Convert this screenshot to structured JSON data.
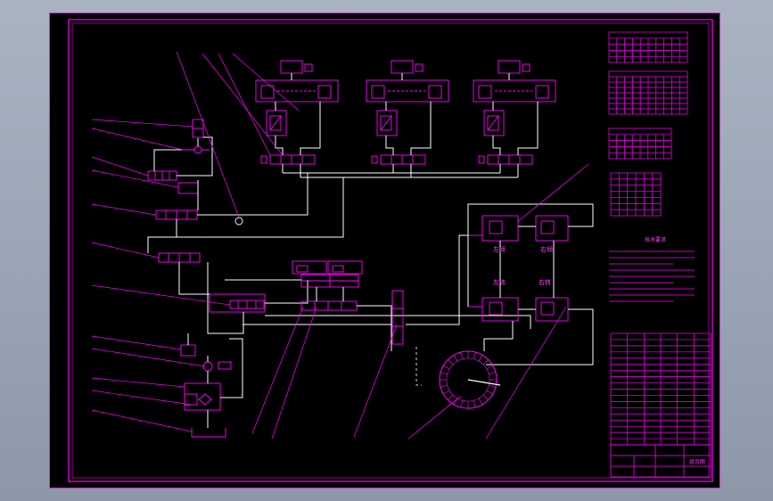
{
  "drawing": {
    "line_color": "#ff00ff",
    "wire_color": "#ffffff",
    "background": "#000000",
    "frame": "#c040c0",
    "labels": {
      "left_turn_upper": "左倾",
      "right_turn_upper": "右倾",
      "left_turn_lower": "左转",
      "right_turn_lower": "右转"
    },
    "notes_title": "技术要求",
    "title_block_name": "组合图",
    "tables": [
      "table-1",
      "table-2",
      "table-3",
      "table-4"
    ]
  }
}
